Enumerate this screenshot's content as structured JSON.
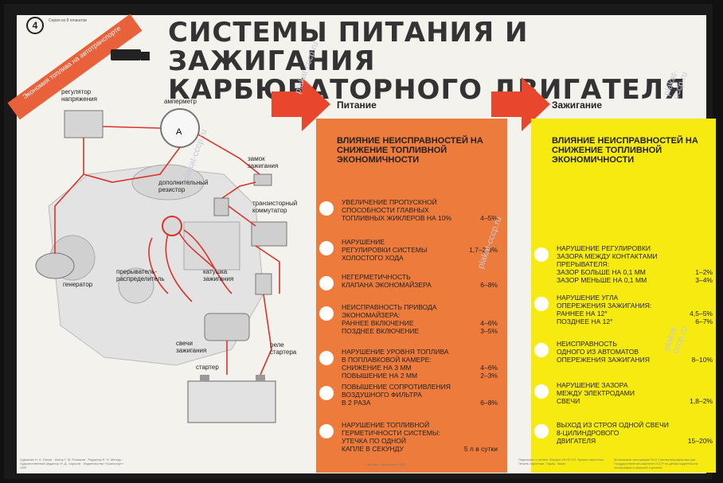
{
  "poster": {
    "number": "4",
    "series": "Серия из 8 плакатов",
    "banner": "Экономия топлива на автотранспорте",
    "title_line1": "Системы питания и зажигания",
    "title_line2": "карбюраторного двигателя"
  },
  "diagram_labels": {
    "regulator": "регулятор напряжения",
    "ammeter": "амперметр",
    "ammeter_letter": "A",
    "ignition_lock": "замок зажигания",
    "resistor": "дополнительный резистор",
    "commutator": "транзисторный коммутатор",
    "generator": "генератор",
    "distributor": "прерыватель-распределитель",
    "coil": "катушка зажигания",
    "plugs": "свечи зажигания",
    "starter": "стартер",
    "starter_relay": "реле стартера"
  },
  "feed": {
    "header": "Питание",
    "panel_title": "Влияние неисправностей на снижение топливной экономичности",
    "items": [
      {
        "lines": [
          [
            "Увеличение пропускной",
            ""
          ],
          [
            "способности главных",
            ""
          ],
          [
            "топливных жиклеров на 10%",
            "4–5%"
          ]
        ]
      },
      {
        "lines": [
          [
            "Нарушение",
            ""
          ],
          [
            "регулировки системы",
            "1,7–2,3%"
          ],
          [
            "холостого хода",
            ""
          ]
        ]
      },
      {
        "lines": [
          [
            "Негерметичность",
            ""
          ],
          [
            "клапана экономайзера",
            "6–8%"
          ]
        ]
      },
      {
        "lines": [
          [
            "Неисправность привода",
            ""
          ],
          [
            "экономайзера:",
            ""
          ],
          [
            "раннее включение",
            "4–6%"
          ],
          [
            "позднее включение",
            "3–5%"
          ]
        ]
      },
      {
        "lines": [
          [
            "Нарушение уровня топлива",
            ""
          ],
          [
            "в поплавковой камере:",
            ""
          ],
          [
            "снижение на 3 мм",
            "4–6%"
          ],
          [
            "повышение на 2 мм",
            "2–3%"
          ]
        ]
      },
      {
        "lines": [
          [
            "Повышение сопротивления",
            ""
          ],
          [
            "воздушного фильтра",
            ""
          ],
          [
            "в 2 раза",
            "6–8%"
          ]
        ]
      },
      {
        "lines": [
          [
            "Нарушение топливной",
            ""
          ],
          [
            "герметичности системы:",
            ""
          ],
          [
            "утечка по одной",
            ""
          ],
          [
            "капле в секунду",
            "5 л в сутки"
          ]
        ]
      }
    ]
  },
  "ignition": {
    "header": "Зажигание",
    "panel_title": "Влияние неисправностей на снижение топливной экономичности",
    "items": [
      {
        "lines": [
          [
            "Нарушение регулировки",
            ""
          ],
          [
            "зазора между контактами",
            ""
          ],
          [
            "прерывателя:",
            ""
          ],
          [
            "зазор больше на 0,1 мм",
            "1–2%"
          ],
          [
            "зазор меньше на 0,1 мм",
            "3–4%"
          ]
        ]
      },
      {
        "lines": [
          [
            "Нарушение угла",
            ""
          ],
          [
            "опережения зажигания:",
            ""
          ],
          [
            "раннее на 12°",
            "4,5–5%"
          ],
          [
            "позднее на 12°",
            "6–7%"
          ]
        ]
      },
      {
        "lines": [
          [
            "Неисправность",
            ""
          ],
          [
            "одного из автоматов",
            ""
          ],
          [
            "опережения зажигания",
            "8–10%"
          ]
        ]
      },
      {
        "lines": [
          [
            "Нарушение зазора",
            ""
          ],
          [
            "между электродами",
            ""
          ],
          [
            "свечи",
            "1,8–2%"
          ]
        ]
      },
      {
        "lines": [
          [
            "Выход из строя одной свечи",
            ""
          ],
          [
            "8-цилиндрового",
            ""
          ],
          [
            "двигателя",
            "15–20%"
          ]
        ]
      }
    ]
  },
  "footer": {
    "credits": "Художник Н. А. Пахов · Автор Г. М. Рыжаков · Редактор Е. Н. Мегедь · Художественный редактор Н. Д. Сирогов · Издательство «Транспорт» 1987",
    "center": "Москва «Транспорт» 1987",
    "right1": "Подписано к печати. Формат 60×90 1/2. Бумага офсетная. Печать офсетная. Тираж. Заказ",
    "right2": "Московская типография № 5 Союзполиграфпрома при Государственном комитете СССР по делам издательств, полиграфии и книжной торговли"
  },
  "watermark": "plakat-cccp.ru",
  "colors": {
    "feed_panel": "#ec7b3c",
    "ignition_panel": "#f6ea10",
    "arrow": "#e8472e",
    "wiring": "#d9342b"
  }
}
